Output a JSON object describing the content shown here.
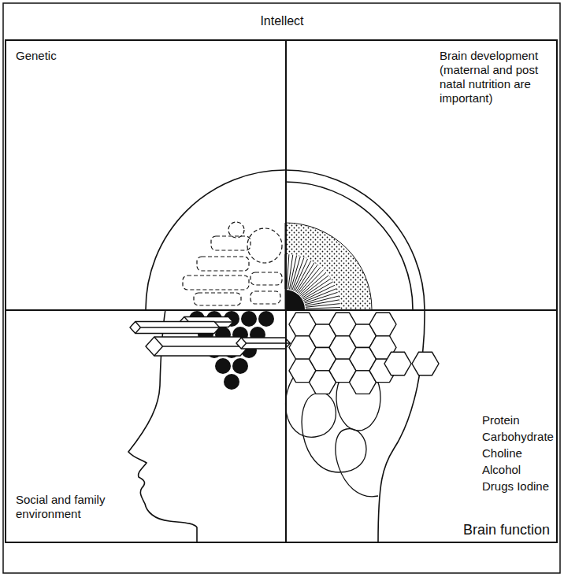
{
  "diagram": {
    "title": "Intellect",
    "nodes": [
      {
        "text": [
          "Genetic"
        ]
      },
      {
        "text": [
          "Brain development (maternal and post natal nutrition are important)"
        ]
      },
      {
        "text": [
          "Social and family environment"
        ]
      },
      {
        "text": [
          "Protein Carbohydrate Choline Alcohol Drugs Iodine",
          "Brain function"
        ]
      }
    ]
  }
}
